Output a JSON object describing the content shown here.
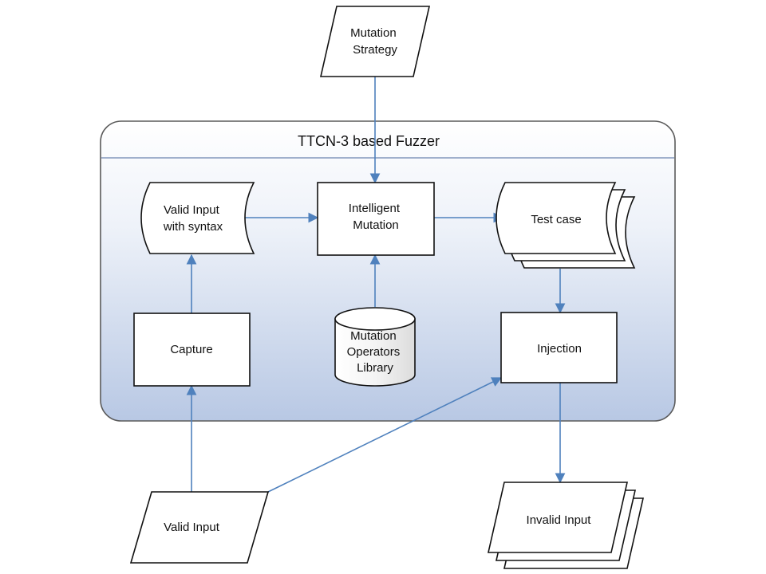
{
  "diagram": {
    "title": "TTCN-3 based Fuzzer",
    "nodes": {
      "mutation_strategy": [
        "Mutation",
        "Strategy"
      ],
      "valid_input_syntax": [
        "Valid Input",
        "with syntax"
      ],
      "intelligent_mutation": [
        "Intelligent",
        "Mutation"
      ],
      "test_case": [
        "Test case"
      ],
      "capture": [
        "Capture"
      ],
      "operators_library": [
        "Mutation",
        "Operators",
        "Library"
      ],
      "injection": [
        "Injection"
      ],
      "valid_input": [
        "Valid Input"
      ],
      "invalid_input": [
        "Invalid Input"
      ]
    },
    "edges": [
      {
        "from": "mutation_strategy",
        "to": "intelligent_mutation"
      },
      {
        "from": "valid_input_syntax",
        "to": "intelligent_mutation"
      },
      {
        "from": "intelligent_mutation",
        "to": "test_case"
      },
      {
        "from": "test_case",
        "to": "injection"
      },
      {
        "from": "capture",
        "to": "valid_input_syntax"
      },
      {
        "from": "operators_library",
        "to": "intelligent_mutation"
      },
      {
        "from": "valid_input",
        "to": "capture"
      },
      {
        "from": "valid_input",
        "to": "injection"
      },
      {
        "from": "injection",
        "to": "invalid_input"
      }
    ],
    "colors": {
      "edge": "#4f81bd",
      "container_top": "#ffffff",
      "container_bottom": "#b8c8e4",
      "container_border": "#5a5a5a"
    }
  }
}
